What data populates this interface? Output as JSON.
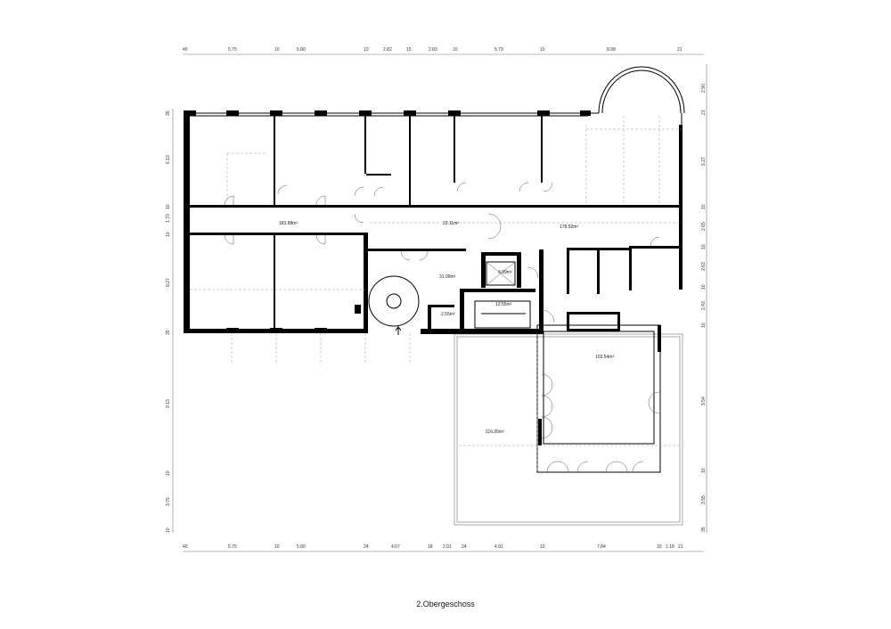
{
  "title": "2.Obergeschoss",
  "dimensions": {
    "top": [
      "40",
      "5.75",
      "10",
      "5.80",
      "10",
      "2.82",
      "15",
      "2.83",
      "10",
      "5.79",
      "10",
      "8.98",
      "21"
    ],
    "bottom": [
      "40",
      "5.75",
      "10",
      "5.80",
      "24",
      "4.07",
      "18",
      "2.01",
      "24",
      "4.91",
      "10",
      "7.84",
      "10",
      "1.18",
      "21"
    ],
    "left": [
      "35",
      "6.13",
      "10",
      "1.70",
      "10",
      "8.27",
      "35",
      "9.13",
      "10",
      "3.75",
      "10"
    ],
    "right": [
      "2.90",
      "21",
      "6.27",
      "10",
      "2.65",
      "10",
      "2.63",
      "10",
      "2.43",
      "10",
      "9.54",
      "10",
      "3.55",
      "35"
    ]
  },
  "rooms": [
    "183.88m²",
    "22.11m²",
    "178.52m²",
    "31.99m²",
    "4.99m²",
    "12.55m²",
    "2.55m²",
    "103.54m²",
    "116.26m²"
  ]
}
